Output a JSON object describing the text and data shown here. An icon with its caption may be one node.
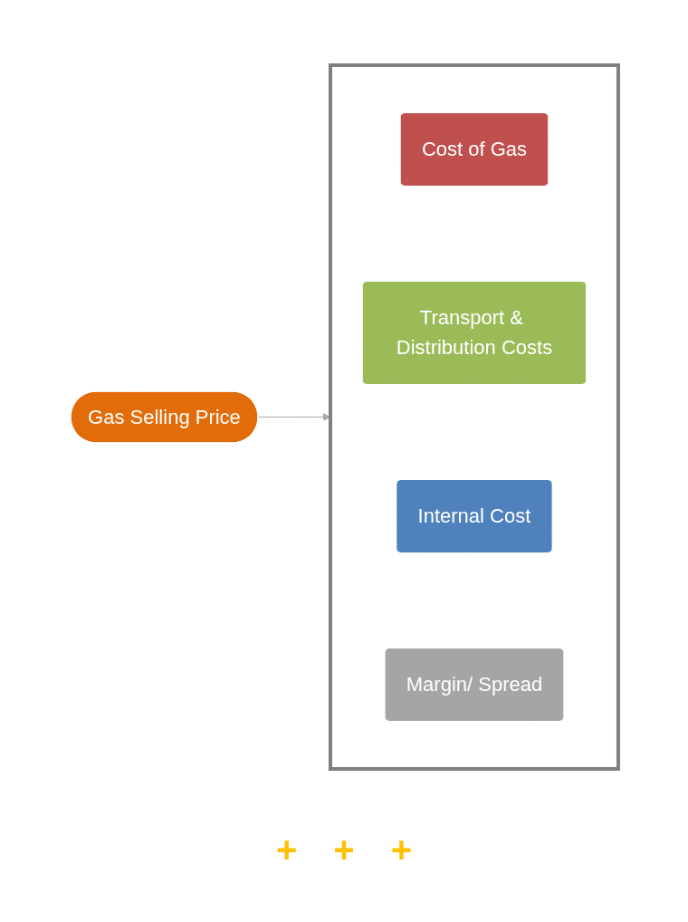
{
  "diagram": {
    "nodes": [
      {
        "text": [
          "Gas Selling Price"
        ]
      },
      {
        "text": [],
        "shape": "bracket"
      },
      {
        "text": [
          "Cost of Gas"
        ],
        "in": 1
      },
      {
        "text": [
          "Transport & Distribution Costs"
        ],
        "in": 1
      },
      {
        "text": [
          "Internal Cost"
        ],
        "in": 1
      },
      {
        "text": [
          "Margin/ Spread"
        ],
        "in": 1
      }
    ],
    "edges": [
      {
        "from": 0,
        "to": 1,
        "arrow": "to",
        "color": "#a6a6a6"
      }
    ],
    "labels": [
      "+",
      "+",
      "+"
    ]
  }
}
